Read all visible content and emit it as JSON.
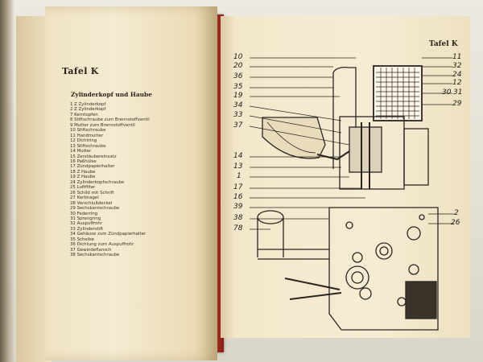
{
  "left_page": {
    "title": "Tafel K",
    "section_heading": "Zylinderkopf und Haube",
    "parts": [
      "1 Z Zylinderkopf",
      "2 Z Zylinderkopf",
      "7 Kerntopfen",
      "8 Stiftschraube zum Brennstoffventil",
      "9 Mutter zum Brennstoffventil",
      "10 Stiftschraube",
      "11 Handmutter",
      "12 Dichtring",
      "13 Stiftschraube",
      "14 Mutter",
      "15 Zerstäubereinsatz",
      "16 Paßhülse",
      "17 Zündpapierhalter",
      "18 Z Haube",
      "19 Z Haube",
      "24 Zylinderkopfschraube",
      "25 Luftfilter",
      "26 Schild mit Schrift",
      "27 Kerbnagel",
      "28 Verschlußdeckel",
      "29 Sechskantschraube",
      "30 Federring",
      "31 Sprengring",
      "32 Auspuffrohr",
      "33 Zylinderstift",
      "34 Gehäuse zum Zündpapierhalter",
      "35 Scheibe",
      "36 Dichtung zum Auspuffrohr",
      "37 Gewindeflansch",
      "38 Sechskantschraube"
    ]
  },
  "right_page": {
    "title": "Tafel K",
    "callouts_left": [
      "10",
      "20",
      "36",
      "35",
      "19",
      "34",
      "33",
      "37",
      "14",
      "13",
      "1",
      "17",
      "16",
      "39",
      "38",
      "78"
    ],
    "callouts_right": [
      "11",
      "32",
      "24",
      "12",
      "30",
      "31",
      "29",
      "2",
      "26"
    ]
  }
}
